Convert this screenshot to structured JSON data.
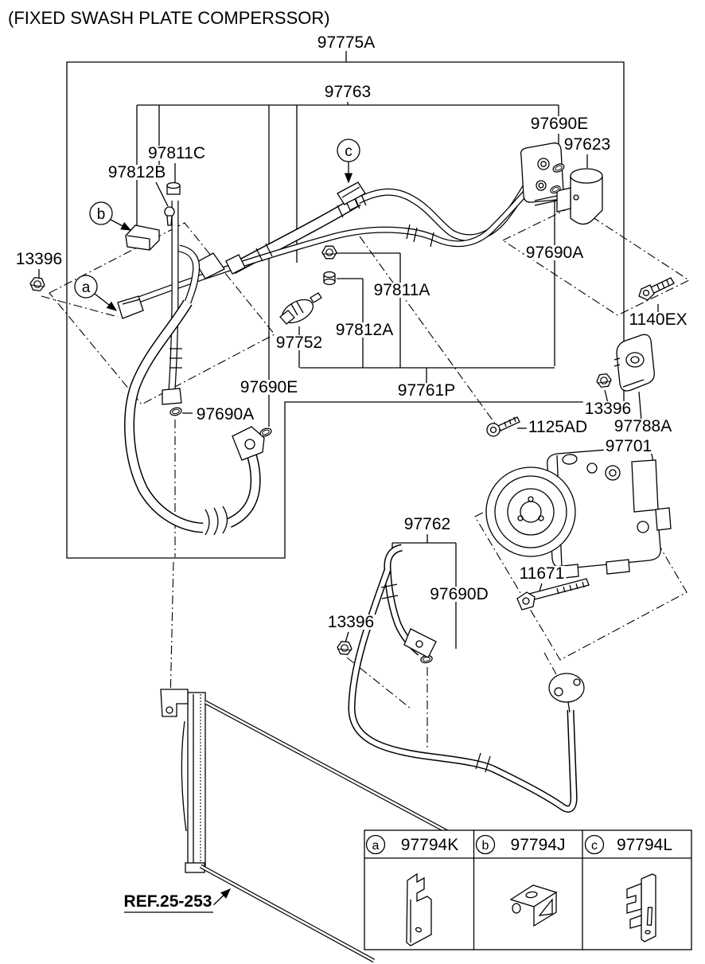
{
  "title": "(FIXED SWASH PLATE COMPERSSOR)",
  "labels": {
    "l97775A": "97775A",
    "l97763": "97763",
    "l97690E_1": "97690E",
    "l97623": "97623",
    "l97811C": "97811C",
    "l97812B": "97812B",
    "l13396_1": "13396",
    "l97811A": "97811A",
    "l97812A": "97812A",
    "l97752": "97752",
    "l1140EX": "1140EX",
    "l97690E_2": "97690E",
    "l97761P": "97761P",
    "l13396_2": "13396",
    "l97788A": "97788A",
    "l97690A_1": "97690A",
    "l97690A_2": "97690A",
    "l1125AD": "1125AD",
    "l97701": "97701",
    "l97762": "97762",
    "l97690D": "97690D",
    "l13396_3": "13396",
    "l11671": "11671",
    "ref_label": "REF.25-253"
  },
  "callouts": {
    "a": "a",
    "b": "b",
    "c": "c"
  },
  "legend": {
    "rows": [
      {
        "callout": "a",
        "part": "97794K"
      },
      {
        "callout": "b",
        "part": "97794J"
      },
      {
        "callout": "c",
        "part": "97794L"
      }
    ]
  },
  "colors": {
    "line": "#000000",
    "background": "#ffffff"
  }
}
